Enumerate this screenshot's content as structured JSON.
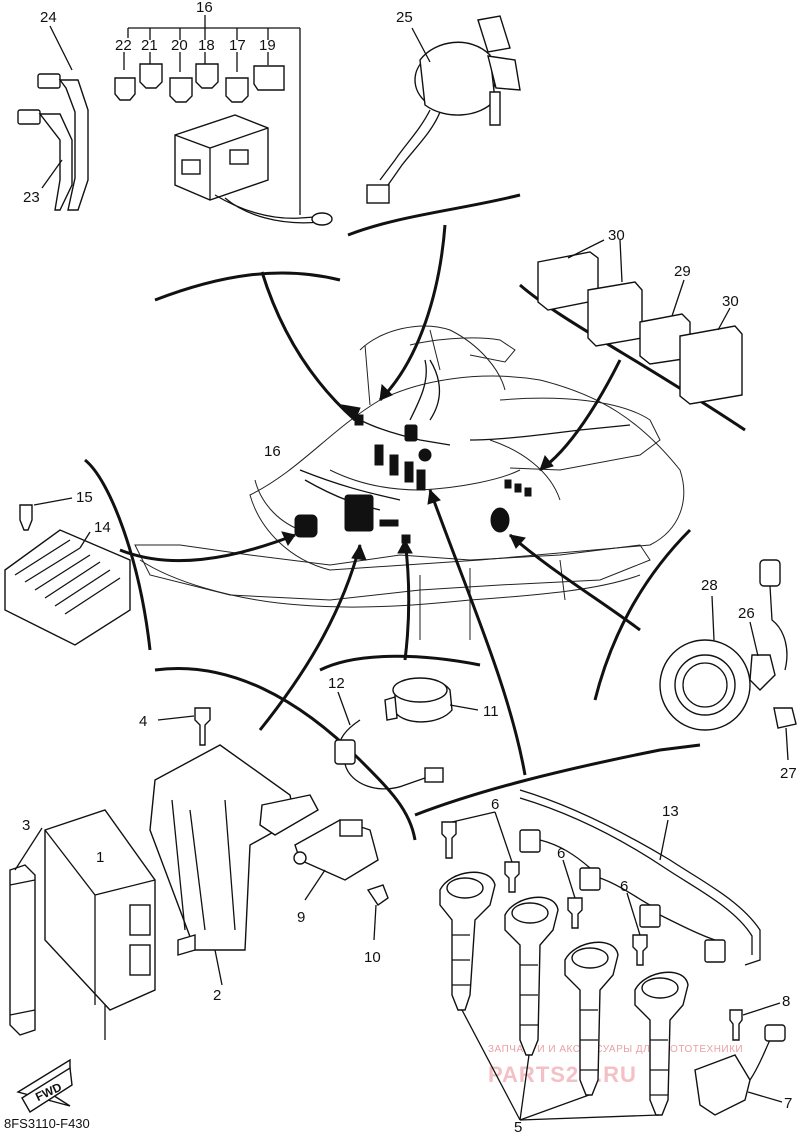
{
  "callouts": {
    "c1": "1",
    "c2": "2",
    "c3": "3",
    "c4": "4",
    "c5": "5",
    "c6a": "6",
    "c6b": "6",
    "c6c": "6",
    "c7": "7",
    "c8": "8",
    "c9": "9",
    "c10": "10",
    "c11": "11",
    "c12": "12",
    "c13": "13",
    "c14": "14",
    "c15": "15",
    "c16a": "16",
    "c16b": "16",
    "c17": "17",
    "c18": "18",
    "c19": "19",
    "c20": "20",
    "c21": "21",
    "c22": "22",
    "c23": "23",
    "c24": "24",
    "c25": "25",
    "c26": "26",
    "c27": "27",
    "c28": "28",
    "c29": "29",
    "c30a": "30",
    "c30b": "30"
  },
  "fwd_label": "FWD",
  "figure_code": "8FS3110-F430",
  "watermark": {
    "line1": "ЗАПЧАСТИ И АКСЕССУАРЫ ДЛЯ МОТОТЕХНИКИ",
    "line2": "PARTS2U.RU"
  }
}
